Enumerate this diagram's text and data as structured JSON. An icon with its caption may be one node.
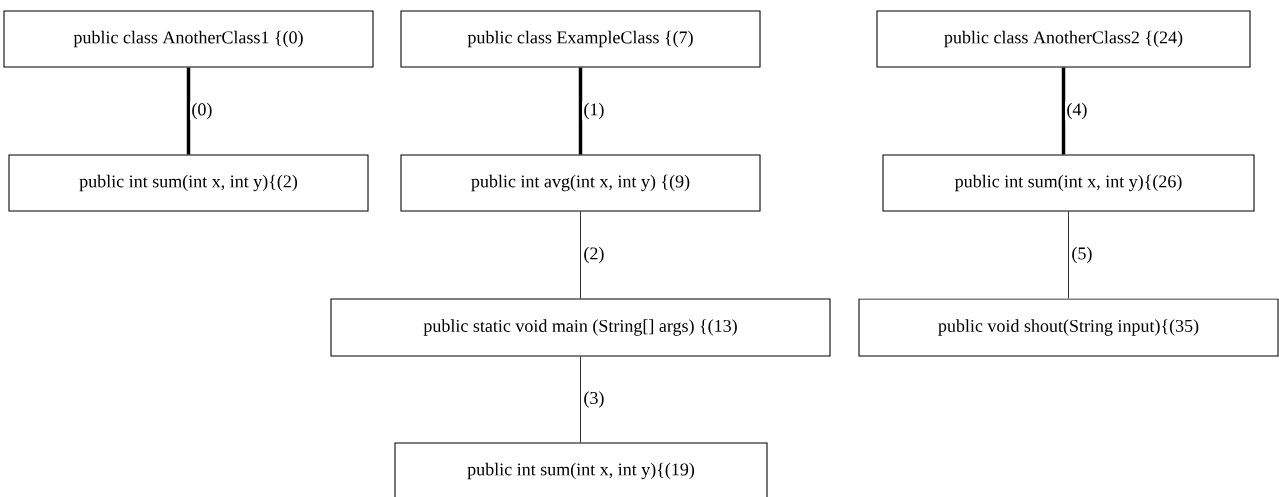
{
  "diagram": {
    "nodes": [
      {
        "text": [
          "public class AnotherClass1 {(0)"
        ]
      },
      {
        "text": [
          "public class ExampleClass {(7)"
        ]
      },
      {
        "text": [
          "public class AnotherClass2 {(24)"
        ]
      },
      {
        "text": [
          "public int sum(int x, int y){(2)"
        ]
      },
      {
        "text": [
          "public int avg(int x, int y) {(9)"
        ]
      },
      {
        "text": [
          "public int sum(int x, int y){(26)"
        ]
      },
      {
        "text": [
          "public static void main (String[] args) {(13)"
        ]
      },
      {
        "text": [
          "public void shout(String input){(35)"
        ]
      },
      {
        "text": [
          "public int sum(int x, int y){(19)"
        ]
      }
    ],
    "edges": [
      {
        "from": 0,
        "to": 3,
        "arrow": "none",
        "label": "(0)",
        "style": "thick"
      },
      {
        "from": 1,
        "to": 4,
        "arrow": "none",
        "label": "(1)",
        "style": "thick"
      },
      {
        "from": 4,
        "to": 6,
        "arrow": "none",
        "label": "(2)"
      },
      {
        "from": 6,
        "to": 8,
        "arrow": "none",
        "label": "(3)"
      },
      {
        "from": 2,
        "to": 5,
        "arrow": "none",
        "label": "(4)",
        "style": "thick"
      },
      {
        "from": 5,
        "to": 7,
        "arrow": "none",
        "label": "(5)"
      }
    ]
  }
}
